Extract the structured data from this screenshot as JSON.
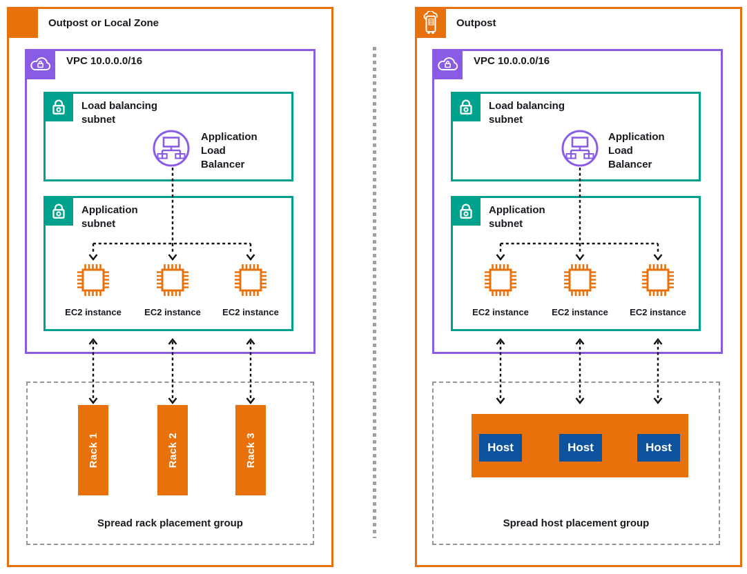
{
  "colors": {
    "orange": "#E8710C",
    "purple": "#8A5CE6",
    "teal": "#01A28D",
    "hostblue": "#0C529D",
    "dashgray": "#8F969E",
    "dividergray": "#9AA0A6",
    "text": "#16191F",
    "arrow": "#111111"
  },
  "left": {
    "title": "Outpost or Local Zone",
    "vpc_label": "VPC 10.0.0.0/16",
    "lb_subnet_label": "Load balancing\nsubnet",
    "alb_label": "Application\nLoad\nBalancer",
    "app_subnet_label": "Application\nsubnet",
    "ec2_labels": [
      "EC2 instance",
      "EC2 instance",
      "EC2 instance"
    ],
    "racks": [
      "Rack 1",
      "Rack 2",
      "Rack 3"
    ],
    "caption": "Spread rack placement group",
    "icons": {
      "header": "orange-square",
      "vpc": "cloud-lock-icon",
      "subnet": "lock-icon",
      "alb": "load-balancer-icon",
      "ec2": "chip-icon"
    }
  },
  "right": {
    "title": "Outpost",
    "vpc_label": "VPC 10.0.0.0/16",
    "lb_subnet_label": "Load balancing\nsubnet",
    "alb_label": "Application\nLoad\nBalancer",
    "app_subnet_label": "Application\nsubnet",
    "ec2_labels": [
      "EC2 instance",
      "EC2 instance",
      "EC2 instance"
    ],
    "hosts": [
      "Host",
      "Host",
      "Host"
    ],
    "caption": "Spread host placement group",
    "icons": {
      "header": "outposts-rack-icon",
      "vpc": "cloud-lock-icon",
      "subnet": "lock-icon",
      "alb": "load-balancer-icon",
      "ec2": "chip-icon"
    }
  }
}
